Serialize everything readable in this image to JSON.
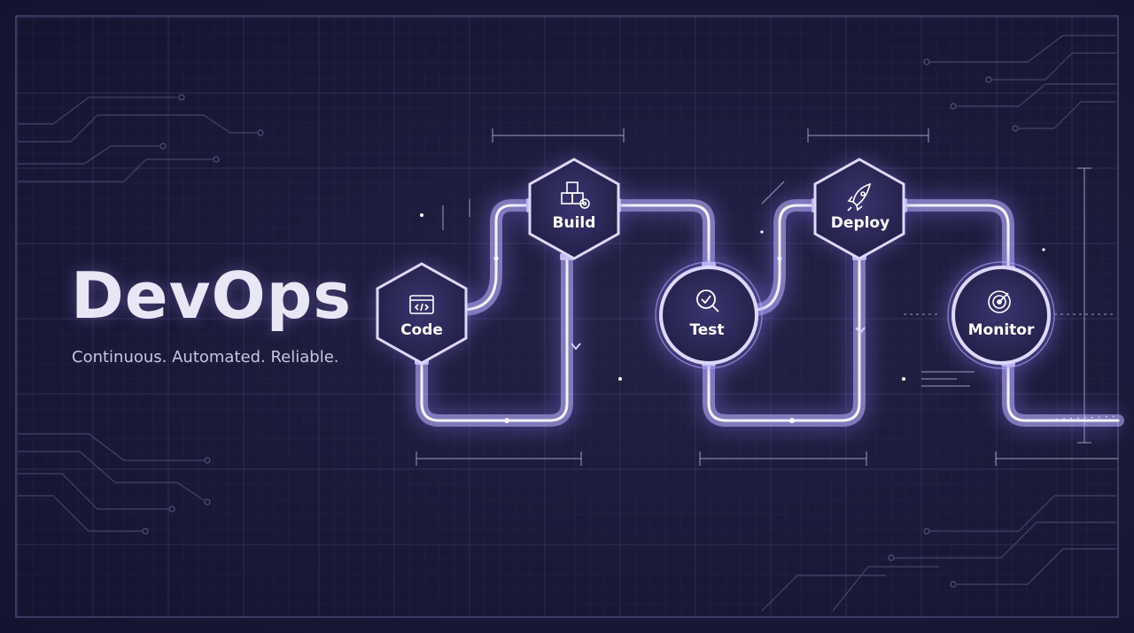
{
  "heading": {
    "title": "DevOps",
    "tagline": "Continuous. Automated. Reliable."
  },
  "pipeline": {
    "stages": [
      {
        "label": "Code",
        "icon": "code-window-icon",
        "shape": "hexagon"
      },
      {
        "label": "Build",
        "icon": "cubes-gear-icon",
        "shape": "hexagon"
      },
      {
        "label": "Test",
        "icon": "magnifier-check-icon",
        "shape": "circle"
      },
      {
        "label": "Deploy",
        "icon": "rocket-icon",
        "shape": "hexagon"
      },
      {
        "label": "Monitor",
        "icon": "radar-icon",
        "shape": "circle"
      }
    ]
  },
  "colors": {
    "background": "#1a1938",
    "grid": "#4a4a78",
    "pipe": "#b9b6ff",
    "glow": "#8f7dff",
    "node_fill": "#2a2750",
    "text": "#ffffff"
  }
}
